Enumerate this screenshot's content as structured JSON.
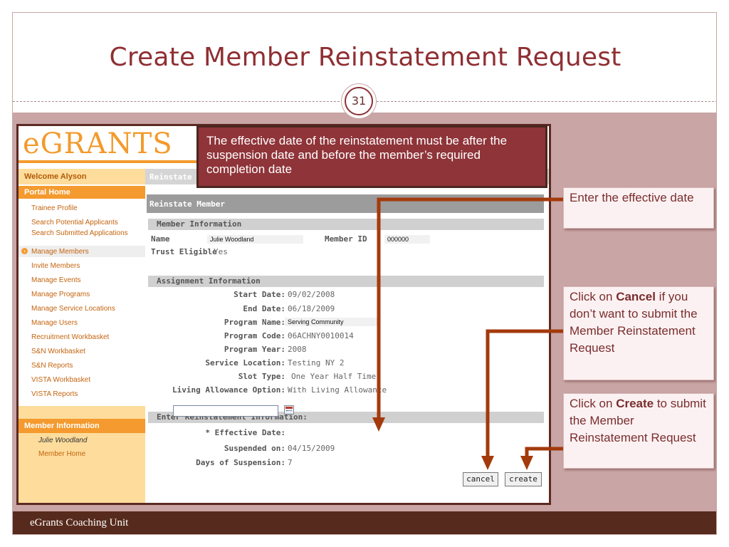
{
  "slide": {
    "title": "Create Member Reinstatement Request",
    "number": "31",
    "footer": "eGrants Coaching Unit"
  },
  "app": {
    "logo": "eGRANTS",
    "welcome": "Welcome Alyson",
    "portal_home": "Portal Home",
    "nav": [
      "Trainee Profile",
      "Search Potential Applicants",
      "Search Submitted Applications",
      "Manage Members",
      "Invite Members",
      "Manage Events",
      "Manage Programs",
      "Manage Service Locations",
      "Manage Users",
      "Recruitment Workbasket",
      "S&N Workbasket",
      "S&N Reports",
      "VISTA Workbasket",
      "VISTA Reports"
    ],
    "member_info_head": "Member Information",
    "member_name": "Julie Woodland",
    "member_home": "Member Home",
    "breadcrumb": "Reinstate M",
    "section_title": "Reinstate Member",
    "member_information": {
      "heading": "Member Information",
      "name_label": "Name",
      "name_value": "Julie Woodland",
      "id_label": "Member ID",
      "id_value": "000000",
      "trust_label": "Trust Eligible",
      "trust_value": "Yes"
    },
    "assignment": {
      "heading": "Assignment Information",
      "start_label": "Start Date:",
      "start_value": "09/02/2008",
      "end_label": "End Date:",
      "end_value": "06/18/2009",
      "program_name_label": "Program Name:",
      "program_name_value": "Serving Community",
      "program_code_label": "Program Code:",
      "program_code_value": "06ACHNY0010014",
      "program_year_label": "Program Year:",
      "program_year_value": "2008",
      "service_location_label": "Service Location:",
      "service_location_value": "Testing NY 2",
      "slot_type_label": "Slot Type:",
      "slot_type_value": "One Year Half Time",
      "living_label": "Living Allowance Option:",
      "living_value": "With Living Allowance"
    },
    "reinstatement": {
      "heading": "Enter Reinstatement Information:",
      "effective_label": "* Effective Date:",
      "effective_value": "",
      "suspended_label": "Suspended on:",
      "suspended_value": "04/15/2009",
      "days_label": "Days of Suspension:",
      "days_value": "7"
    },
    "buttons": {
      "cancel": "cancel",
      "create": "create"
    }
  },
  "callouts": {
    "main": "The effective date of the reinstatement must be after the suspension date and before the member’s required completion date",
    "enter_date": "Enter the effective date",
    "cancel_pre": "Click on ",
    "cancel_bold": "Cancel",
    "cancel_post": " if you don’t want to submit the Member Reinstatement Request",
    "create_pre": "Click on ",
    "create_bold": "Create",
    "create_post": " to submit the Member Reinstatement Request"
  },
  "colors": {
    "title": "#8f2f33",
    "footer": "#562a1c",
    "background_band": "#c9a5a5",
    "egrants_orange": "#f49a2e",
    "arrow": "#a33a0c",
    "callout_main": "#8f3439"
  }
}
